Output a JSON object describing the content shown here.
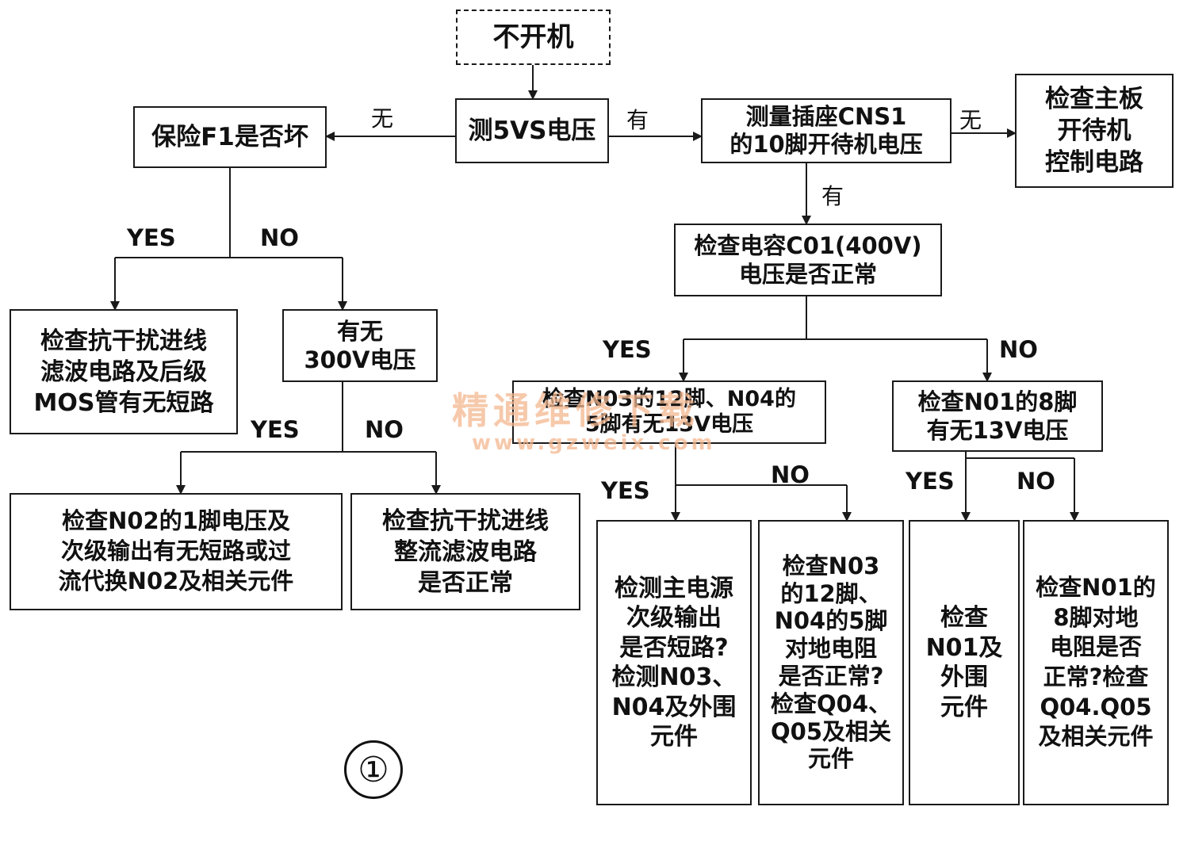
{
  "nodes": {
    "start": "不开机",
    "measure_5vs": "测5VS电压",
    "fuse_check": "保险F1是否坏",
    "measure_cns1": "测量插座CNS1\n的10脚开待机电压",
    "check_mainboard": "检查主板\n开待机\n控制电路",
    "check_c01": "检查电容C01(400V)\n电压是否正常",
    "emi_mos": "检查抗干扰进线\n滤波电路及后级\nMOS管有无短路",
    "has_300v": "有无\n300V电压",
    "n03_n04_13v": "检查N03的12脚、N04的\n5脚有无13V电压",
    "n01_8pin_13v": "检查N01的8脚\n有无13V电压",
    "n02_check": "检查N02的1脚电压及\n次级输出有无短路或过\n流代换N02及相关元件",
    "emi_rectifier": "检查抗干扰进线\n整流滤波电路\n是否正常",
    "main_psu_short": "检测主电源\n次级输出\n是否短路?\n检测N03、\nN04及外围\n元件",
    "n03_n04_resistance": "检查N03\n的12脚、\nN04的5脚\n对地电阻\n是否正常?\n检查Q04、\nQ05及相关\n元件",
    "n01_periph": "检查\nN01及\n外围\n元件",
    "n01_resistance": "检查N01的\n8脚对地\n电阻是否\n正常?检查\nQ04.Q05\n及相关元件"
  },
  "labels": {
    "none_left": "无",
    "has_right": "有",
    "none_right": "无",
    "has_down": "有",
    "fuse_yes": "YES",
    "fuse_no": "NO",
    "c01_yes": "YES",
    "c01_no": "NO",
    "v300_yes": "YES",
    "v300_no": "NO",
    "n03_yes": "YES",
    "n03_no": "NO",
    "n01_yes": "YES",
    "n01_no": "NO"
  },
  "figure_number": "①",
  "watermark": {
    "text": "精通维修下载",
    "url": "www.gzweix.com"
  },
  "colors": {
    "line": "#1a1a1a",
    "watermark": "#f4b890"
  }
}
